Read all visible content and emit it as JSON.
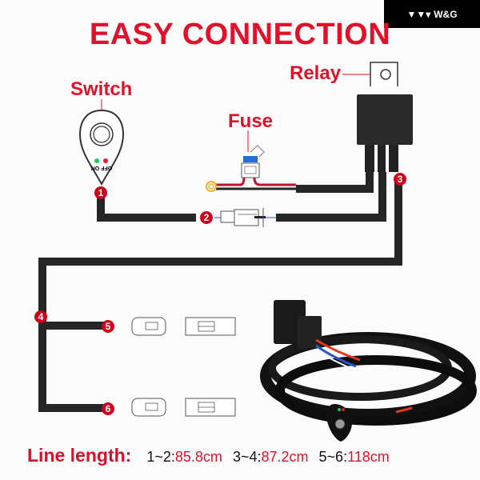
{
  "brand": {
    "logo_text": "W&G",
    "logo_icon": "wg-wing-icon"
  },
  "title": "EASY CONNECTION",
  "components": {
    "switch": {
      "label": "Switch",
      "indicator_on": "ON",
      "indicator_off": "OFF",
      "led_colors": {
        "on": "#22c55e",
        "off": "#e11d2e"
      }
    },
    "fuse": {
      "label": "Fuse",
      "cap_color": "#1e6fe0"
    },
    "relay": {
      "label": "Relay"
    }
  },
  "markers": [
    "1",
    "2",
    "3",
    "4",
    "5",
    "6"
  ],
  "line_length": {
    "label": "Line length:",
    "segments": [
      {
        "range": "1~2:",
        "value": "85.8cm"
      },
      {
        "range": "3~4:",
        "value": "87.2cm"
      },
      {
        "range": "5~6:",
        "value": "118cm"
      }
    ]
  },
  "colors": {
    "accent": "#e0122a",
    "wire": "#262626"
  }
}
